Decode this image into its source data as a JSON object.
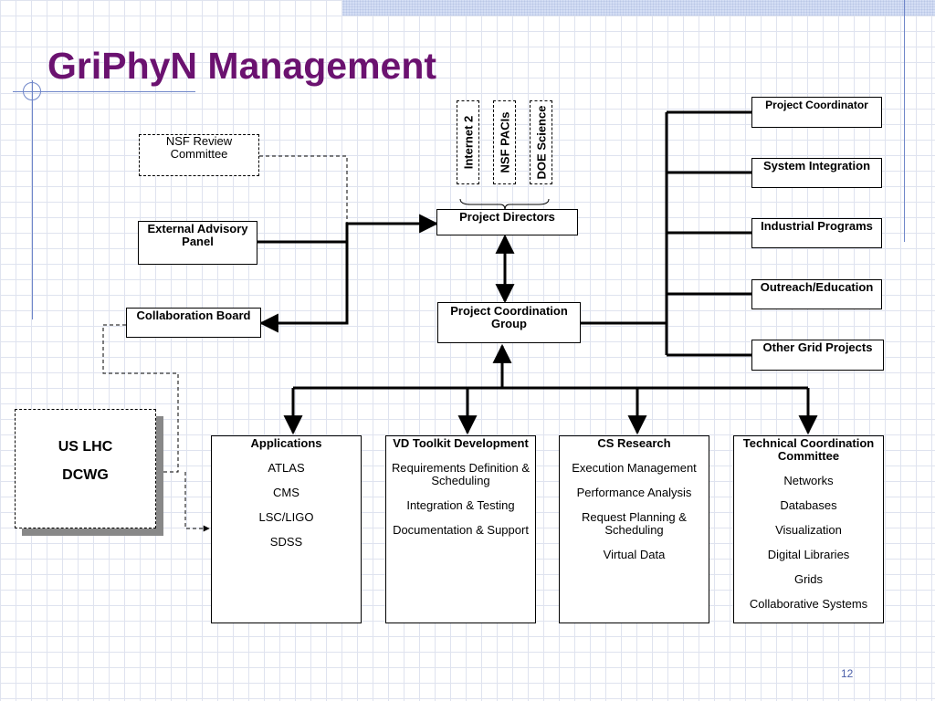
{
  "title": "GriPhyN Management",
  "page_number": "12",
  "nsf_review": "NSF Review Committee",
  "external_advisory": "External Advisory Panel",
  "collaboration_board": "Collaboration Board",
  "us_lhc": [
    "US LHC",
    "DCWG"
  ],
  "funders": [
    "Internet 2",
    "NSF PACIs",
    "DOE Science"
  ],
  "project_directors": "Project Directors",
  "project_coordination_group": "Project Coordination Group",
  "right_boxes": [
    "Project Coordinator",
    "System Integration",
    "Industrial Programs",
    "Outreach/Education",
    "Other Grid Projects"
  ],
  "columns": [
    {
      "header": "Applications",
      "items": [
        "ATLAS",
        "CMS",
        "LSC/LIGO",
        "SDSS"
      ]
    },
    {
      "header": "VD Toolkit Development",
      "items": [
        "Requirements Definition & Scheduling",
        "Integration & Testing",
        "Documentation & Support"
      ]
    },
    {
      "header": "CS Research",
      "items": [
        "Execution Management",
        "Performance  Analysis",
        "Request Planning & Scheduling",
        "Virtual Data"
      ]
    },
    {
      "header": "Technical Coordination Committee",
      "items": [
        "Networks",
        "Databases",
        "Visualization",
        "Digital Libraries",
        "Grids",
        "Collaborative Systems"
      ]
    }
  ]
}
